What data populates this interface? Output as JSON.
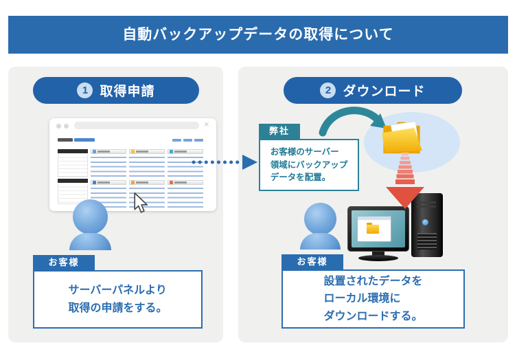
{
  "title": "自動バックアップデータの取得について",
  "browser": {
    "close_glyph": "×"
  },
  "steps": [
    {
      "badge_number": "1",
      "badge_label": "取得申請",
      "actor_label": "お客様",
      "description_lines": [
        "サーバーパネルより",
        "取得の申請をする。"
      ]
    },
    {
      "badge_number": "2",
      "badge_label": "ダウンロード",
      "actor_label": "お客様",
      "company_label": "弊社",
      "company_note_lines": [
        "お客様のサーバー",
        "領域にバックアップ",
        "データを配置。"
      ],
      "description_lines": [
        "設置されたデータを",
        "ローカル環境に",
        "ダウンロードする。"
      ]
    }
  ],
  "colors": {
    "header_blue": "#2a6bad",
    "pill_blue": "#2262a9",
    "label_blue": "#2a6cb0",
    "teal": "#2d8196",
    "note_text_teal": "#1f7a96",
    "panel_gray": "#f0f0ef",
    "cloud_blue": "#d3e5f7",
    "folder_yellow": "#f6c51a",
    "arrow_red": "#e0513f",
    "person_blue": "#78aade"
  }
}
